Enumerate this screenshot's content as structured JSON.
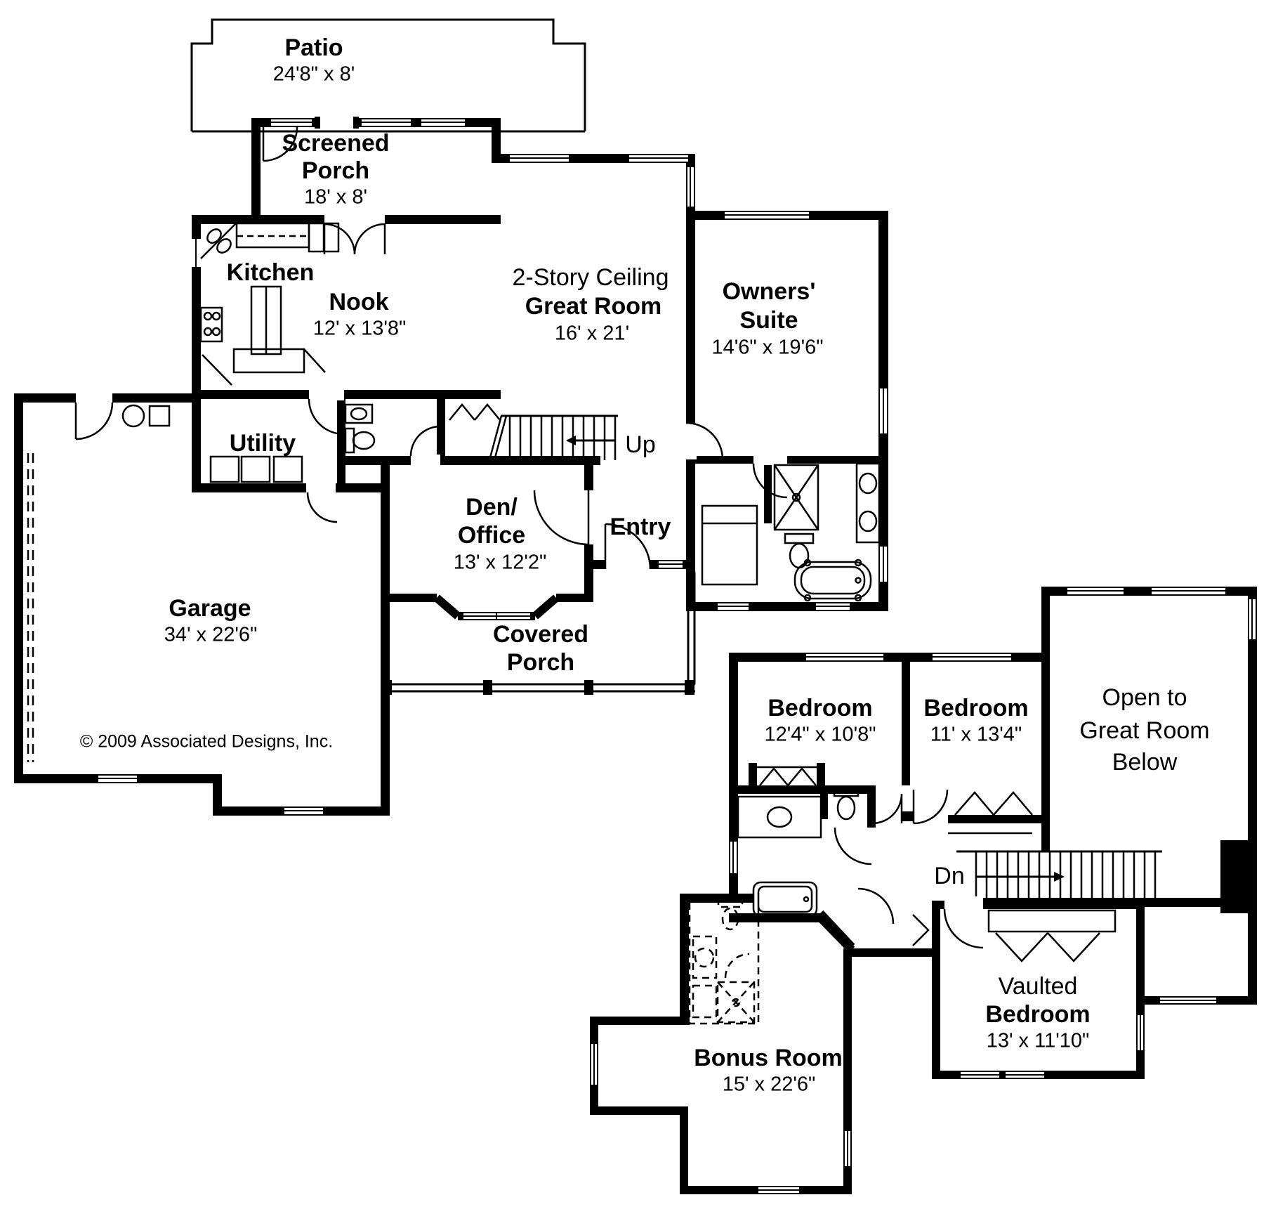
{
  "copyright": "© 2009 Associated Designs, Inc.",
  "stairs": {
    "up_label": "Up",
    "down_label": "Dn"
  },
  "first_floor": {
    "patio": {
      "name": "Patio",
      "dims": "24'8\" x 8'"
    },
    "screened_porch": {
      "line1": "Screened",
      "line2": "Porch",
      "dims": "18' x 8'"
    },
    "kitchen": {
      "name": "Kitchen"
    },
    "nook": {
      "name": "Nook",
      "dims": "12' x 13'8\""
    },
    "great_room": {
      "line1": "2-Story Ceiling",
      "line2": "Great Room",
      "dims": "16' x 21'"
    },
    "owners_suite": {
      "line1": "Owners'",
      "line2": "Suite",
      "dims": "14'6\" x 19'6\""
    },
    "utility": {
      "name": "Utility"
    },
    "den_office": {
      "line1": "Den/",
      "line2": "Office",
      "dims": "13' x 12'2\""
    },
    "entry": {
      "name": "Entry"
    },
    "garage": {
      "name": "Garage",
      "dims": "34' x 22'6\""
    },
    "covered_porch": {
      "line1": "Covered",
      "line2": "Porch"
    }
  },
  "second_floor": {
    "bedroom1": {
      "name": "Bedroom",
      "dims": "12'4\" x 10'8\""
    },
    "bedroom2": {
      "name": "Bedroom",
      "dims": "11' x 13'4\""
    },
    "open_below": {
      "line1": "Open to",
      "line2": "Great Room",
      "line3": "Below"
    },
    "vaulted_bedroom": {
      "line1": "Vaulted",
      "line2": "Bedroom",
      "dims": "13' x 11'10\""
    },
    "bonus_room": {
      "name": "Bonus Room",
      "dims": "15' x 22'6\""
    }
  }
}
